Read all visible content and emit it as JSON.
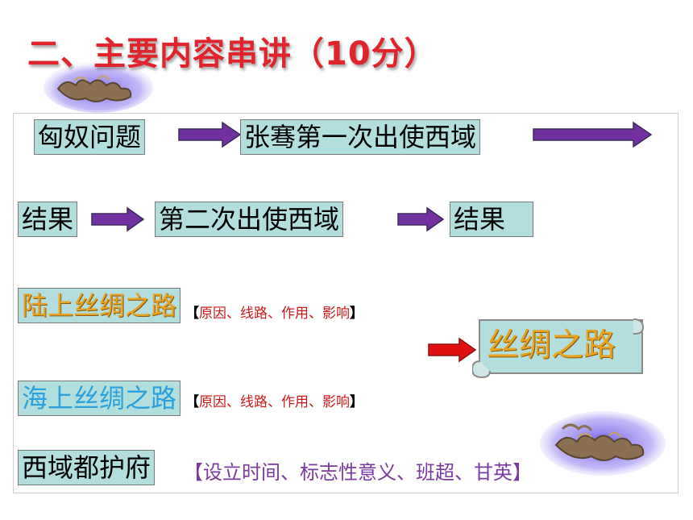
{
  "title": "二、主要内容串讲（10分）",
  "row1": {
    "box1": "匈奴问题",
    "box2": "张骞第一次出使西域"
  },
  "row2": {
    "box1": "结果",
    "box2": "第二次出使西域",
    "box3": "结果"
  },
  "land_route": {
    "label": "陆上丝绸之路",
    "note_open": "【",
    "note": "原因、线路、作用、影响",
    "note_close": "】"
  },
  "sea_route": {
    "label": "海上丝绸之路",
    "note_open": "【",
    "note": "原因、线路、作用、影响",
    "note_close": "】"
  },
  "silk_road": "丝绸之路",
  "protectorate": {
    "label": "西域都护府",
    "note": "【设立时间、标志性意义、班超、甘英】"
  },
  "colors": {
    "title": "#e0242c",
    "box_fill": "#b3dede",
    "arrow_purple": "#7030a0",
    "arrow_red": "#e01010"
  },
  "icons": [
    "cloud-decoration",
    "purple-arrow",
    "red-arrow",
    "scroll-banner"
  ]
}
